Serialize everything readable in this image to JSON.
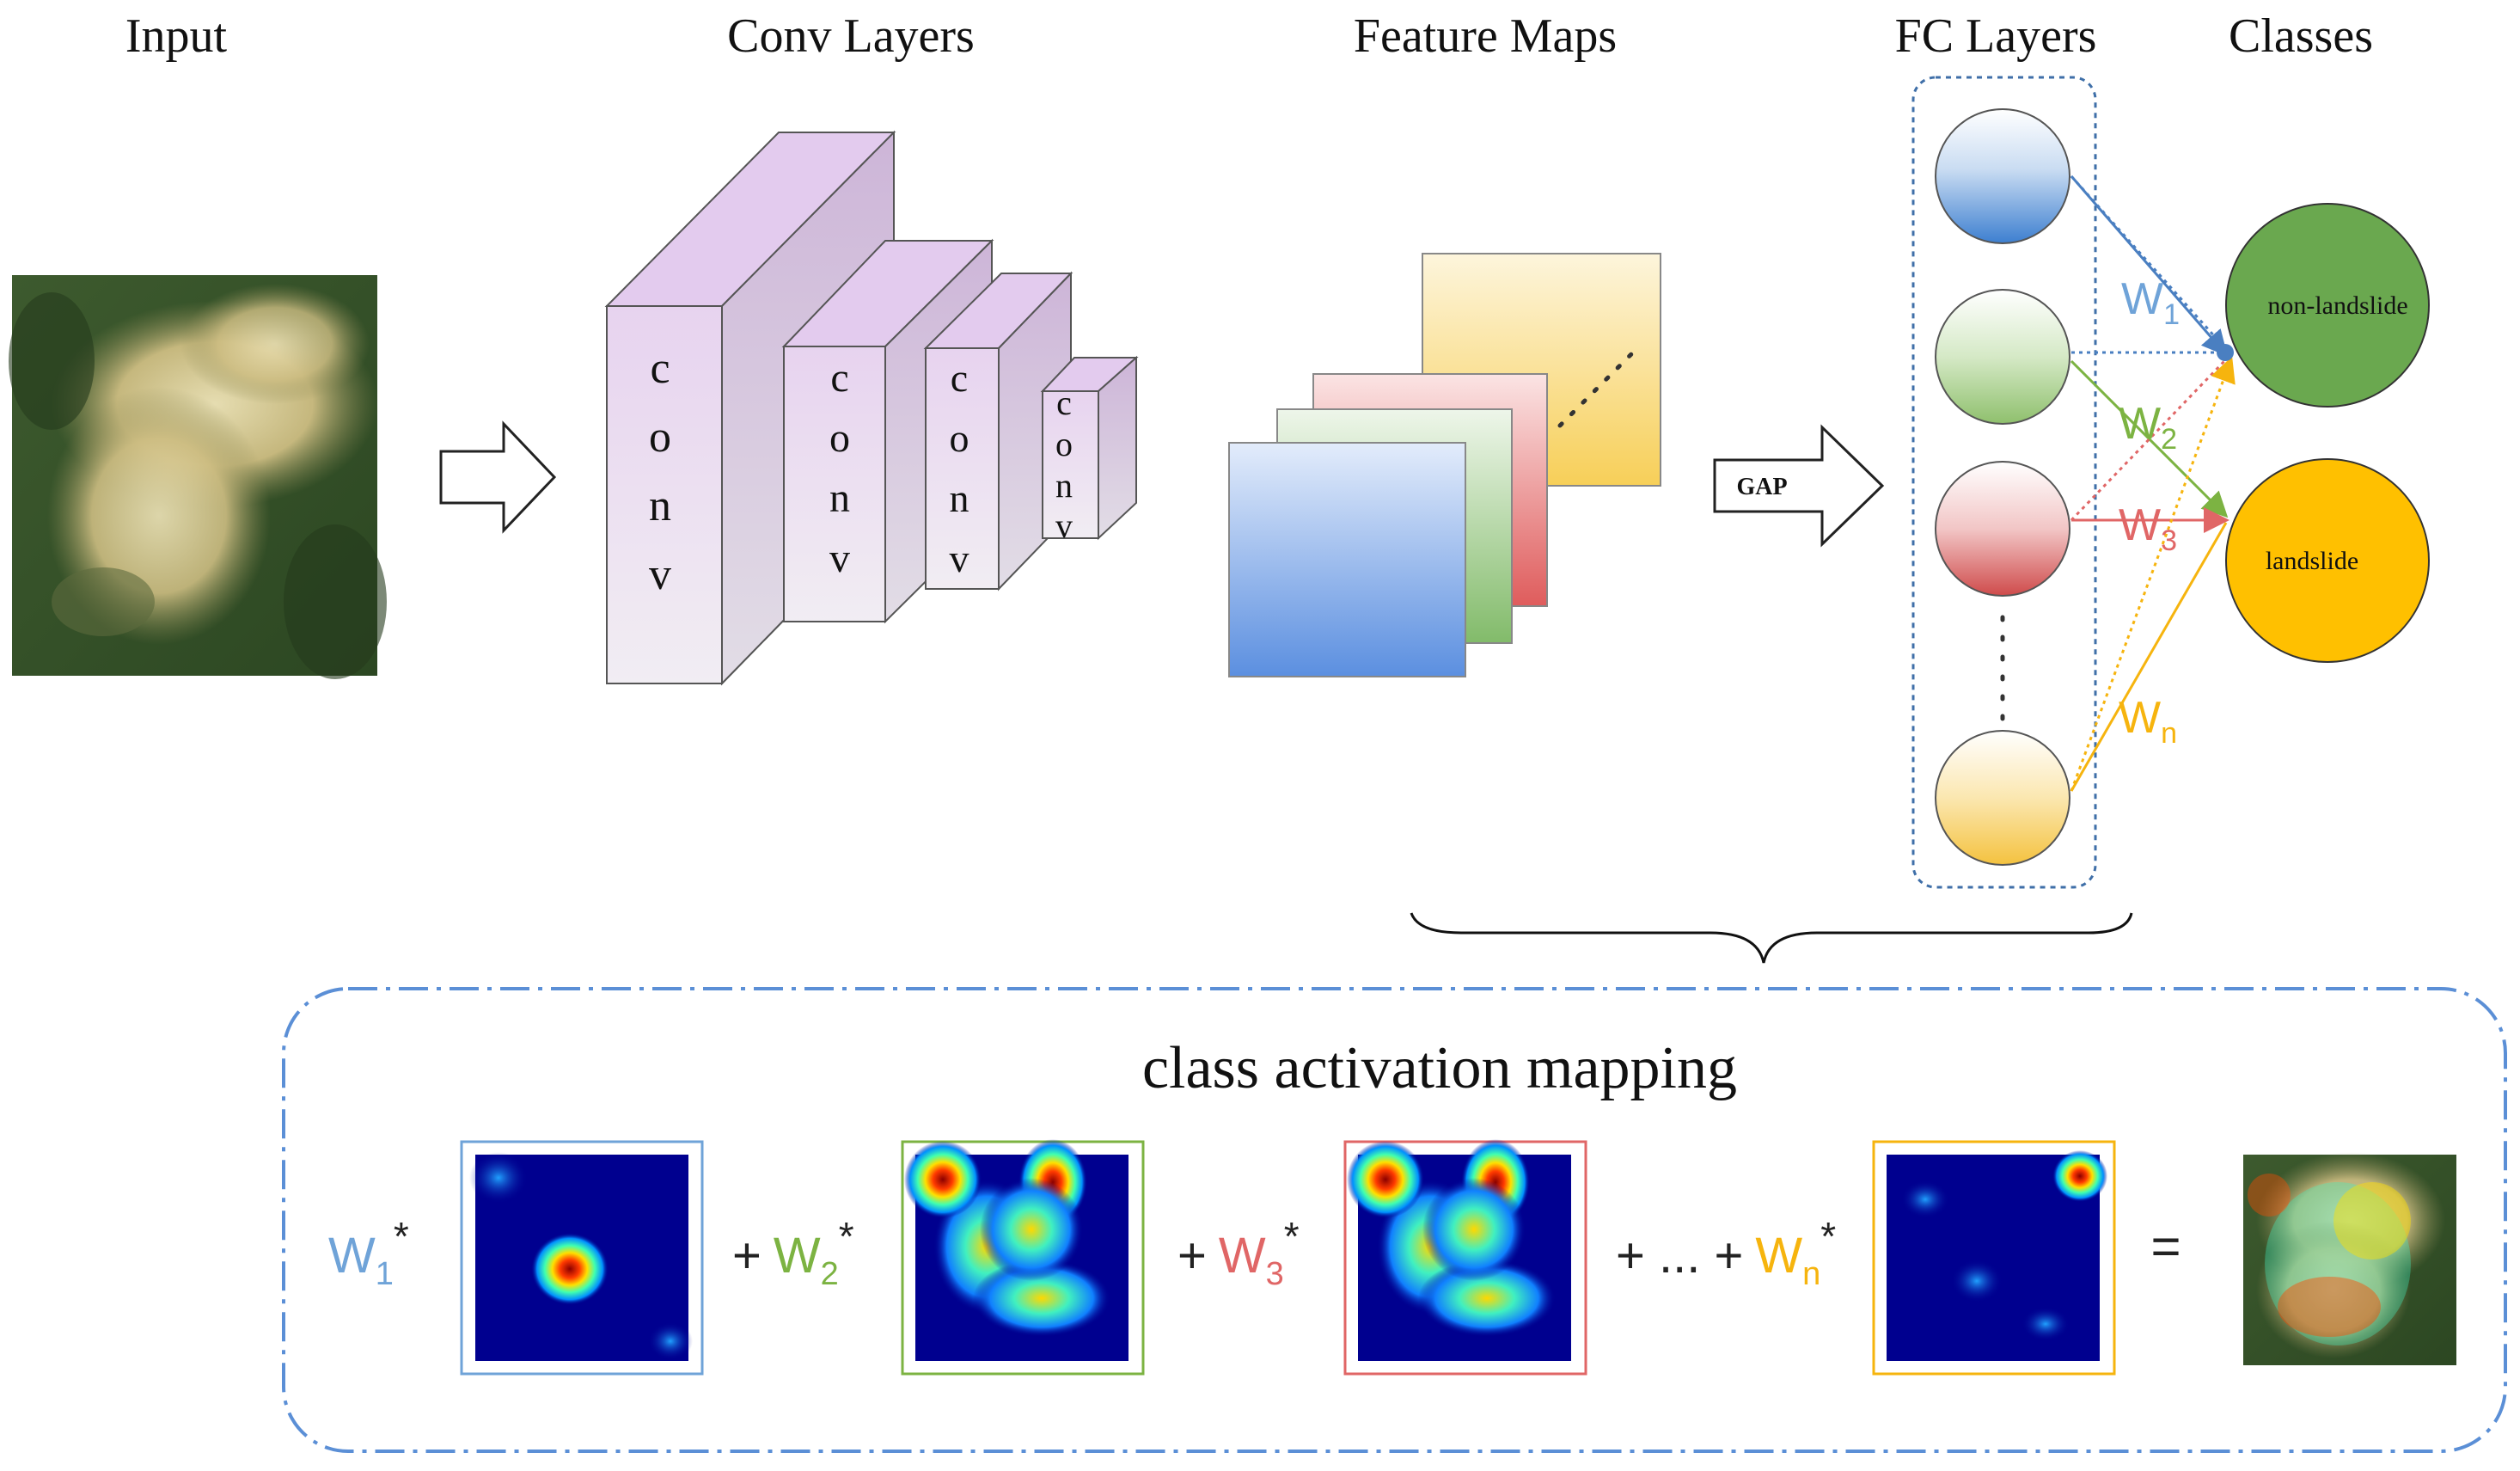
{
  "headers": {
    "input": "Input",
    "conv_layers": "Conv Layers",
    "feature_maps": "Feature Maps",
    "fc_layers": "FC Layers",
    "classes": "Classes"
  },
  "conv_letters": [
    "c",
    "o",
    "n",
    "v"
  ],
  "gap_label": "GAP",
  "classes": {
    "non_landslide": "non-landslide",
    "landslide": "landslide"
  },
  "weights": {
    "w1_base": "W",
    "w1_sub": "1",
    "w2_base": "W",
    "w2_sub": "2",
    "w3_base": "W",
    "w3_sub": "3",
    "wn_base": "W",
    "wn_sub": "n"
  },
  "cam": {
    "title": "class activation mapping",
    "plus": "+",
    "plus_ellipsis": "+ ... +",
    "equals": "=",
    "star": "*"
  },
  "colors": {
    "blue": "#6fa3d8",
    "green": "#7cb342",
    "red": "#e06666",
    "yellow": "#f6b40e",
    "class_green": "#6aa84f",
    "class_orange": "#ffc000",
    "dashed_box": "#5b8fd6"
  }
}
